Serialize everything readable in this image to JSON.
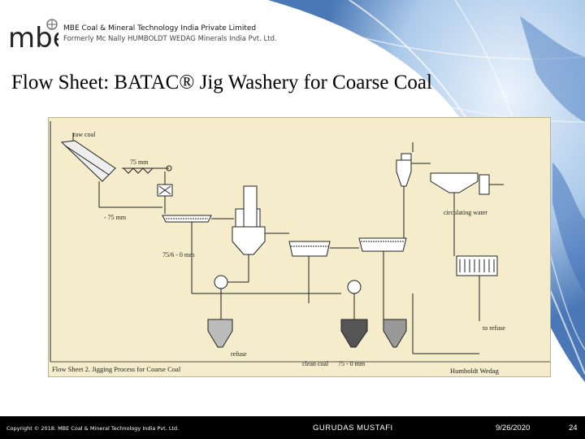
{
  "header": {
    "company": "MBE Coal & Mineral Technology India Private Limited",
    "formerly": "Formerly Mc Nally HUMBOLDT WEDAG Minerals India Pvt. Ltd."
  },
  "slide": {
    "title": "Flow Sheet: BATAC® Jig Washery for Coarse Coal"
  },
  "flowsheet": {
    "labels": {
      "raw_coal": "raw coal",
      "plus_75": "75 mm",
      "minus_75": "- 75 mm",
      "size_75_0": "75/6 - 0 mm",
      "circulating_water": "circulating water",
      "to_refuse": "to refuse",
      "refuse": "refuse",
      "clean_coal": "clean coal",
      "clean_size": "75 - 0 mm",
      "caption": "Flow Sheet 2.  Jigging Process for Coarse Coal",
      "credit": "Humboldt Wedag"
    }
  },
  "footer": {
    "copyright": "Copyright © 2018.  MBE Coal & Mineral Technology India Pvt. Ltd.",
    "author": "GURUDAS  MUSTAFI",
    "date": "9/26/2020",
    "page": "24"
  },
  "colors": {
    "sheet_bg": "#f4eccb",
    "footer_bg": "#000000",
    "globe": "#2a5fa8"
  }
}
